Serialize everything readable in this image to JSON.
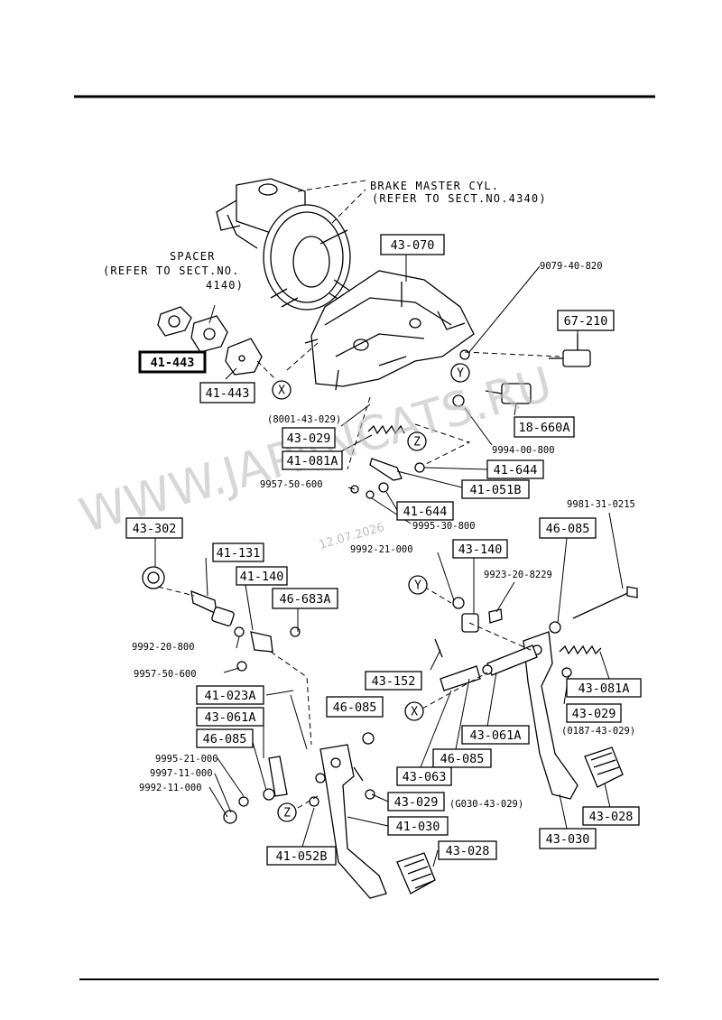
{
  "notes": {
    "brake_master_line1": "BRAKE MASTER CYL.",
    "brake_master_line2": "(REFER TO SECT.NO.4340)",
    "spacer_line1": "SPACER",
    "spacer_line2": "(REFER TO SECT.NO.",
    "spacer_line3": "4140)"
  },
  "watermark": {
    "text": "WWW.JAPANCATS.RU",
    "date": "12.07.2026"
  },
  "callouts": [
    {
      "id": "c1",
      "text": "43-070",
      "boxed": true
    },
    {
      "id": "c2",
      "text": "9079-40-820",
      "boxed": false
    },
    {
      "id": "c3",
      "text": "67-210",
      "boxed": true
    },
    {
      "id": "c4",
      "text": "41-443",
      "boxed": true,
      "bold": true
    },
    {
      "id": "c5",
      "text": "41-443",
      "boxed": true
    },
    {
      "id": "c6",
      "text": "(8001-43-029)",
      "boxed": false,
      "small": true
    },
    {
      "id": "c7",
      "text": "43-029",
      "boxed": true
    },
    {
      "id": "c8",
      "text": "41-081A",
      "boxed": true
    },
    {
      "id": "c9",
      "text": "18-660A",
      "boxed": true
    },
    {
      "id": "c10",
      "text": "9994-00-800",
      "boxed": false
    },
    {
      "id": "c11",
      "text": "41-644",
      "boxed": true
    },
    {
      "id": "c12",
      "text": "9957-50-600",
      "boxed": false
    },
    {
      "id": "c13",
      "text": "41-051B",
      "boxed": true
    },
    {
      "id": "c14",
      "text": "41-644",
      "boxed": true
    },
    {
      "id": "c15",
      "text": "9995-30-800",
      "boxed": false
    },
    {
      "id": "c16",
      "text": "9981-31-0215",
      "boxed": false
    },
    {
      "id": "c17",
      "text": "43-302",
      "boxed": true
    },
    {
      "id": "c18",
      "text": "46-085",
      "boxed": true
    },
    {
      "id": "c19",
      "text": "43-140",
      "boxed": true
    },
    {
      "id": "c20",
      "text": "41-131",
      "boxed": true
    },
    {
      "id": "c21",
      "text": "9992-21-000",
      "boxed": false
    },
    {
      "id": "c22",
      "text": "9923-20-8229",
      "boxed": false
    },
    {
      "id": "c23",
      "text": "41-140",
      "boxed": true
    },
    {
      "id": "c24",
      "text": "46-683A",
      "boxed": true
    },
    {
      "id": "c25",
      "text": "9992-20-800",
      "boxed": false
    },
    {
      "id": "c26",
      "text": "9957-50-600",
      "boxed": false
    },
    {
      "id": "c27",
      "text": "43-152",
      "boxed": true
    },
    {
      "id": "c28",
      "text": "43-081A",
      "boxed": true
    },
    {
      "id": "c29",
      "text": "41-023A",
      "boxed": true
    },
    {
      "id": "c30",
      "text": "46-085",
      "boxed": true
    },
    {
      "id": "c31",
      "text": "43-029",
      "boxed": true
    },
    {
      "id": "c32",
      "text": "43-061A",
      "boxed": true
    },
    {
      "id": "c33",
      "text": "(0187-43-029)",
      "boxed": false,
      "small": true
    },
    {
      "id": "c34",
      "text": "46-085",
      "boxed": true
    },
    {
      "id": "c35",
      "text": "43-061A",
      "boxed": true
    },
    {
      "id": "c36",
      "text": "9995-21-000",
      "boxed": false,
      "small": true
    },
    {
      "id": "c37",
      "text": "46-085",
      "boxed": true
    },
    {
      "id": "c38",
      "text": "9997-11-000",
      "boxed": false,
      "small": true
    },
    {
      "id": "c39",
      "text": "43-063",
      "boxed": true
    },
    {
      "id": "c40",
      "text": "9992-11-000",
      "boxed": false,
      "small": true
    },
    {
      "id": "c41",
      "text": "43-029",
      "boxed": true
    },
    {
      "id": "c42",
      "text": "(G030-43-029)",
      "boxed": false,
      "small": true
    },
    {
      "id": "c43",
      "text": "43-028",
      "boxed": true
    },
    {
      "id": "c44",
      "text": "41-030",
      "boxed": true
    },
    {
      "id": "c45",
      "text": "43-030",
      "boxed": true
    },
    {
      "id": "c46",
      "text": "41-052B",
      "boxed": true
    },
    {
      "id": "c47",
      "text": "43-028",
      "boxed": true
    }
  ],
  "markers": [
    {
      "id": "mX1",
      "text": "X"
    },
    {
      "id": "mY1",
      "text": "Y"
    },
    {
      "id": "mZ1",
      "text": "Z"
    },
    {
      "id": "mY2",
      "text": "Y"
    },
    {
      "id": "mX2",
      "text": "X"
    },
    {
      "id": "mZ2",
      "text": "Z"
    }
  ]
}
